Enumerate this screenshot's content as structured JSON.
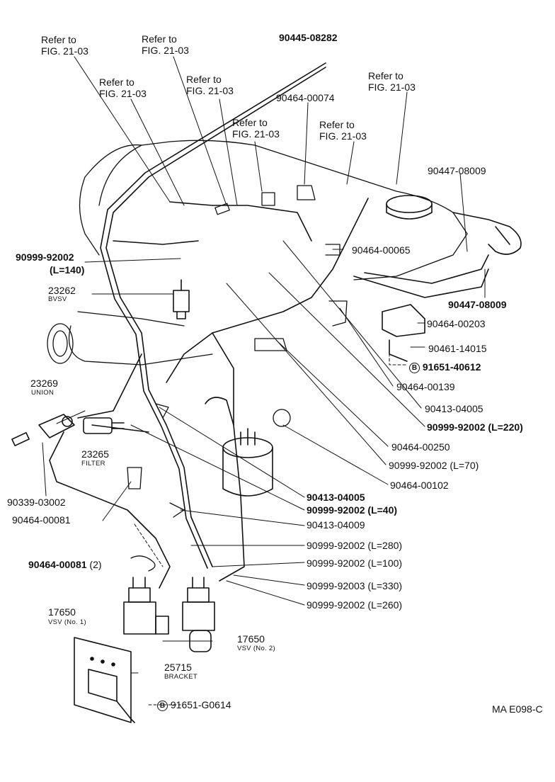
{
  "refer": [
    {
      "line1": "Refer to",
      "line2": "FIG. 21-03"
    },
    {
      "line1": "Refer to",
      "line2": "FIG. 21-03"
    },
    {
      "line1": "Refer to",
      "line2": "FIG. 21-03"
    },
    {
      "line1": "Refer to",
      "line2": "FIG. 21-03"
    },
    {
      "line1": "Refer to",
      "line2": "FIG. 21-03"
    },
    {
      "line1": "Refer to",
      "line2": "FIG. 21-03"
    },
    {
      "line1": "Refer to",
      "line2": "FIG. 21-03"
    }
  ],
  "parts": {
    "p90445": "90445-08282",
    "p90464_00074": "90464-00074",
    "p90447_top": "90447-08009",
    "p90999_140": "90999-92002",
    "p90999_140_len": "(L=140)",
    "p90464_00065": "90464-00065",
    "p23262": "23262",
    "p23262_name": "BVSV",
    "p90447_b": "90447-08009",
    "p90464_00203": "90464-00203",
    "p90461": "90461-14015",
    "p91651_40612": "91651-40612",
    "p90464_00139": "90464-00139",
    "p23269": "23269",
    "p23269_name": "UNION",
    "p90413_04005a": "90413-04005",
    "p90999_220": "90999-92002 (L=220)",
    "p23265": "23265",
    "p23265_name": "FILTER",
    "p90464_00250": "90464-00250",
    "p90999_70": "90999-92002 (L=70)",
    "p90339": "90339-03002",
    "p90464_00102": "90464-00102",
    "p90464_00081a": "90464-00081",
    "p90413_04005b": "90413-04005",
    "p90999_40": "90999-92002 (L=40)",
    "p90413_04009": "90413-04009",
    "p90999_280": "90999-92002 (L=280)",
    "p90464_00081b": "90464-00081",
    "p90464_00081b_qty": "(2)",
    "p90999_100": "90999-92002 (L=100)",
    "p90999_330": "90999-92003 (L=330)",
    "p90999_260": "90999-92002 (L=260)",
    "p17650a": "17650",
    "p17650a_name": "VSV (No. 1)",
    "p17650b": "17650",
    "p17650b_name": "VSV (No. 2)",
    "p25715": "25715",
    "p25715_name": "BRACKET",
    "p91651_g0614": "91651-G0614",
    "bolt_mark": "B",
    "diagram_code": "MA E098-C"
  }
}
